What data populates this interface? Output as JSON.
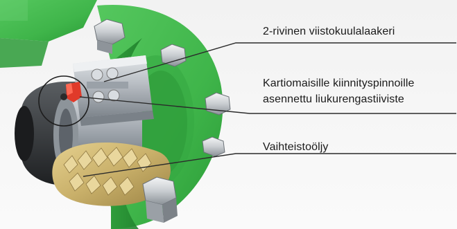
{
  "callouts": {
    "bearing": {
      "line1": "2-rivinen viistokuulalaakeri"
    },
    "seal": {
      "line1": "Kartiomaisille kiinnityspinnoille",
      "line2": "asennettu liukurengastiiviste"
    },
    "oil": {
      "line1": "Vaihteistoöljy"
    }
  },
  "colors": {
    "housing_green": "#3fb54a",
    "housing_green_dark": "#2a9a36",
    "steel": "#b9bec4",
    "steel_dark": "#6f767d",
    "shaft_dark": "#3c3f42",
    "seal_red": "#e03a2a",
    "oil_tan": "#c9b06a",
    "leader_line": "#2b2b2b"
  }
}
